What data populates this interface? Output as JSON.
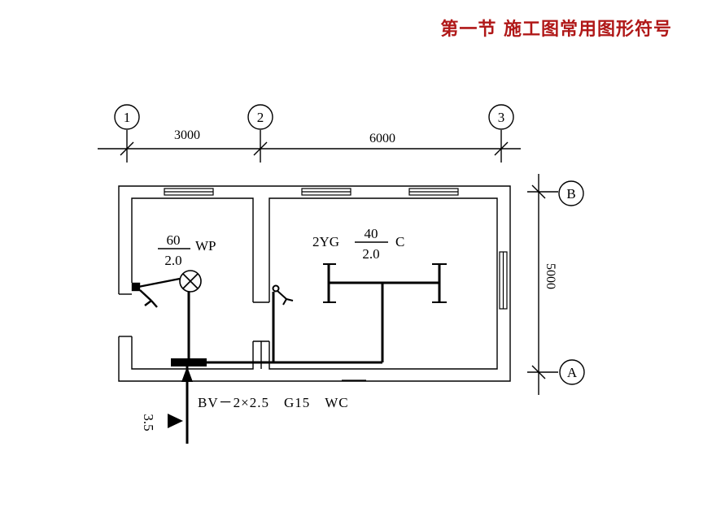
{
  "header": {
    "title": "第一节 施工图常用图形符号"
  },
  "grid": {
    "axis_1": "1",
    "axis_2": "2",
    "axis_3": "3",
    "axis_a": "A",
    "axis_b": "B",
    "dim_1_2": "3000",
    "dim_2_3": "6000",
    "dim_a_b": "5000"
  },
  "room_left": {
    "lamp_count": "60",
    "lamp_power": "2.0",
    "lamp_type": "WP"
  },
  "room_right": {
    "lamp_prefix": "2YG",
    "lamp_count": "40",
    "lamp_power": "2.0",
    "lamp_mount": "C"
  },
  "feeder": {
    "spec": "BV－2×2.5　G15　WC",
    "elevation": "3.5"
  }
}
